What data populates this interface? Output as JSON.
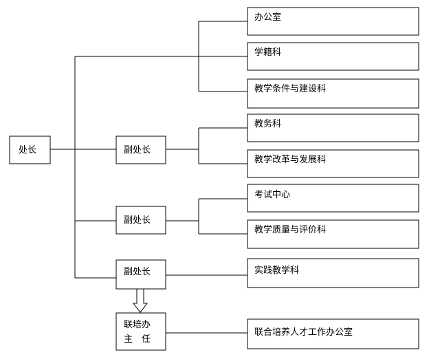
{
  "director": "处长",
  "deputies": [
    {
      "label": "副处长"
    },
    {
      "label": "副处长"
    },
    {
      "label": "副处长"
    }
  ],
  "liaison": {
    "line1": "联培办",
    "line2": "主　任"
  },
  "departments": [
    "办公室",
    "学籍科",
    "教学条件与建设科",
    "教务科",
    "教学改革与发展科",
    "考试中心",
    "教学质量与评价科",
    "实践教学科",
    "联合培养人才工作办公室"
  ]
}
